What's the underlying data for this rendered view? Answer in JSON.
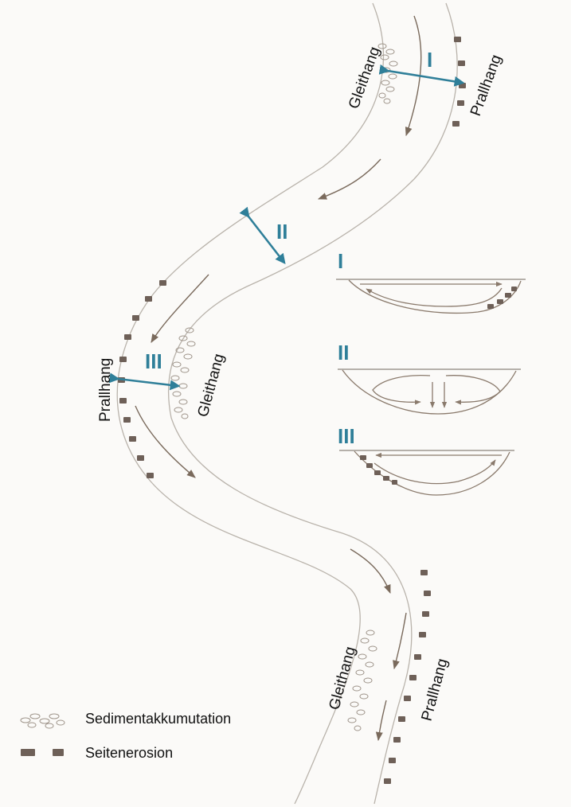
{
  "colors": {
    "accent": "#2f7f99",
    "bank_line": "#b9b3ab",
    "flow_arrow": "#7a6a5c",
    "erosion_block": "#6e6058",
    "sediment": "#9f958b"
  },
  "labels": {
    "gleithang": "Gleithang",
    "prallhang": "Prallhang"
  },
  "sections": {
    "one": "I",
    "two": "II",
    "three": "III"
  },
  "legend": {
    "sediment": "Sedimentakkumutation",
    "erosion": "Seitenerosion"
  }
}
